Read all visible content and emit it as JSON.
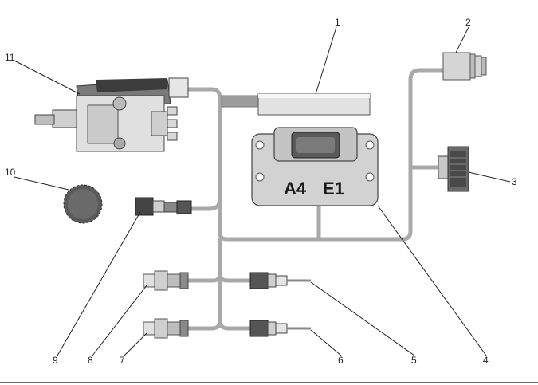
{
  "ecm": {
    "label_left": "A4",
    "label_right": "E1"
  },
  "callouts": [
    {
      "n": "1"
    },
    {
      "n": "2"
    },
    {
      "n": "3"
    },
    {
      "n": "4"
    },
    {
      "n": "5"
    },
    {
      "n": "6"
    },
    {
      "n": "7"
    },
    {
      "n": "8"
    },
    {
      "n": "9"
    },
    {
      "n": "10"
    },
    {
      "n": "11"
    }
  ],
  "colors": {
    "harness": "#a8a8a8",
    "component": "#d0d0d0",
    "dark": "#555555",
    "gear": "#5a5a5a"
  }
}
